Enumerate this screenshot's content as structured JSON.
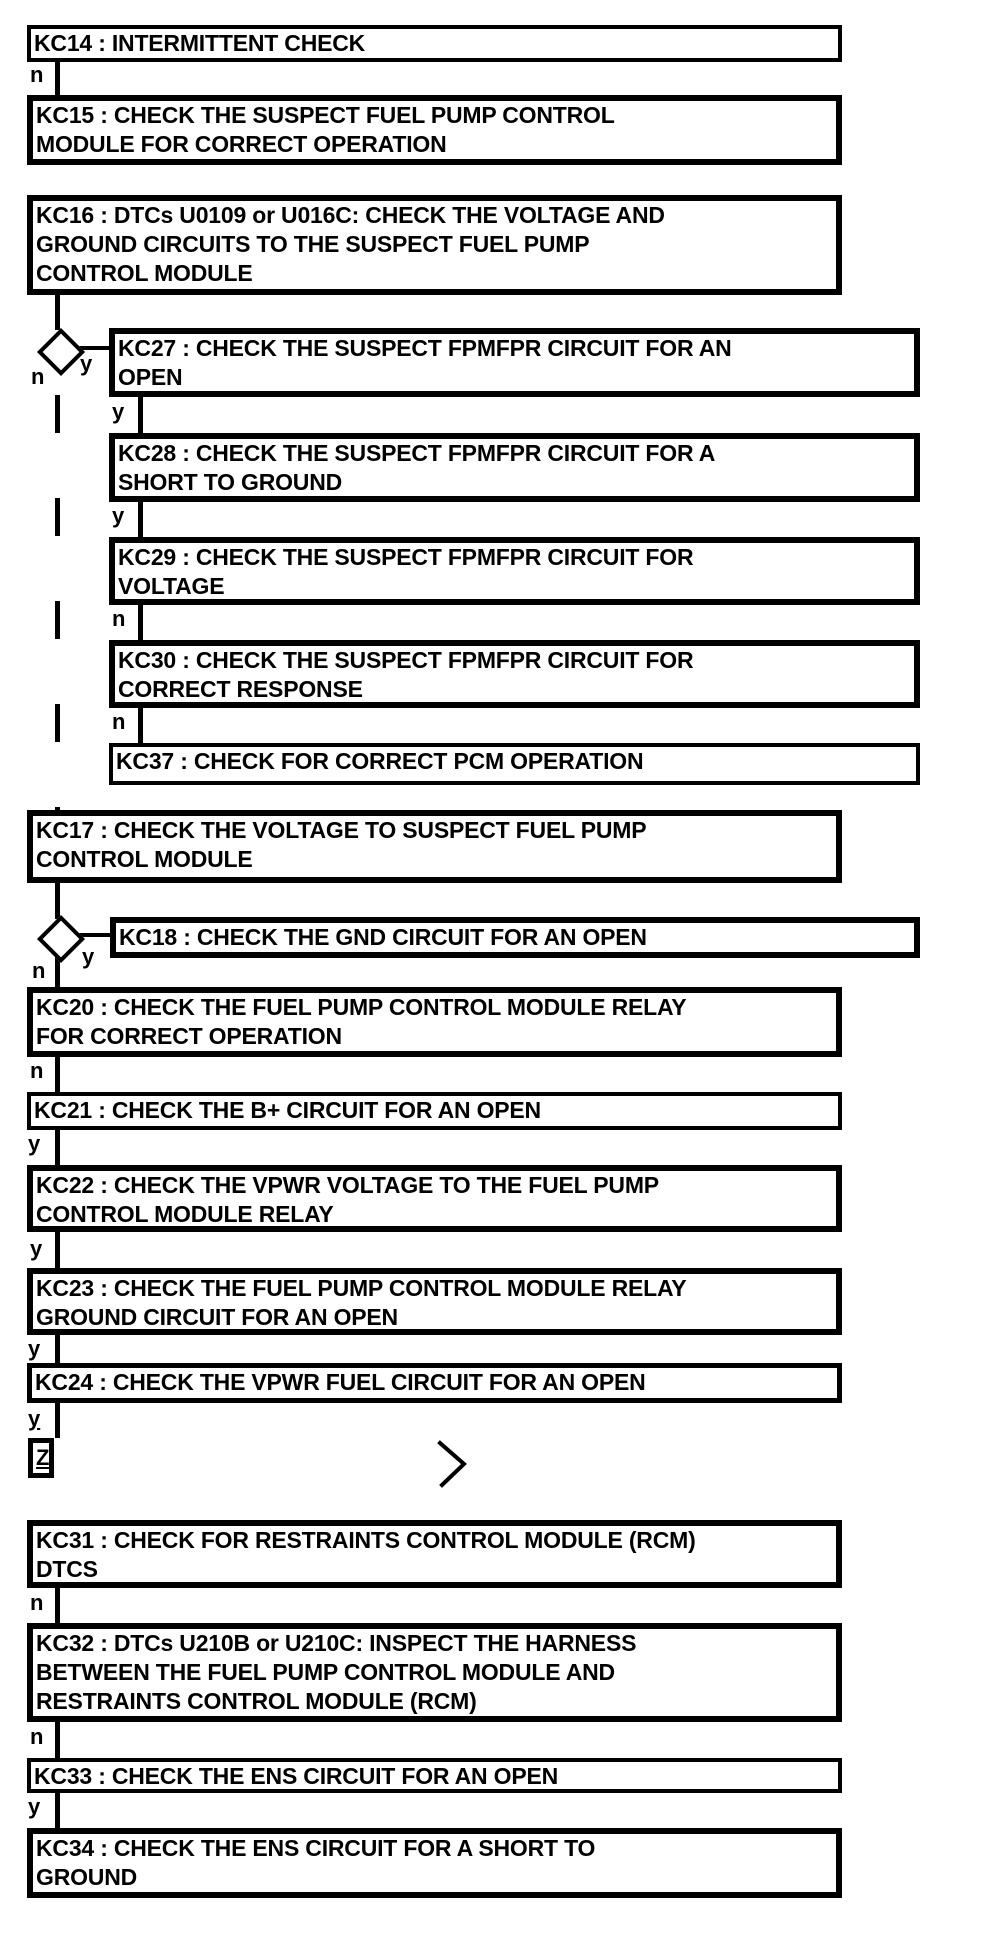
{
  "colors": {
    "ink": "#000000",
    "background": "#ffffff"
  },
  "boxes": {
    "kc14": {
      "label": "KC14 : INTERMITTENT CHECK"
    },
    "kc15": {
      "label": "KC15 : CHECK THE SUSPECT FUEL PUMP CONTROL\nMODULE FOR CORRECT OPERATION"
    },
    "kc16": {
      "label": "KC16 : DTCs U0109 or U016C: CHECK THE VOLTAGE AND\nGROUND CIRCUITS TO THE SUSPECT FUEL PUMP\nCONTROL MODULE"
    },
    "kc27": {
      "label": "KC27 : CHECK THE SUSPECT FPMFPR CIRCUIT FOR AN\nOPEN"
    },
    "kc28": {
      "label": "KC28 : CHECK THE SUSPECT FPMFPR CIRCUIT FOR A\nSHORT TO GROUND"
    },
    "kc29": {
      "label": "KC29 : CHECK THE SUSPECT FPMFPR CIRCUIT FOR\nVOLTAGE"
    },
    "kc30": {
      "label": "KC30 : CHECK THE SUSPECT FPMFPR CIRCUIT FOR\nCORRECT RESPONSE"
    },
    "kc37": {
      "label": "KC37 : CHECK FOR CORRECT PCM OPERATION"
    },
    "kc17": {
      "label": "KC17 : CHECK THE VOLTAGE TO SUSPECT FUEL PUMP\nCONTROL MODULE"
    },
    "kc18": {
      "label": "KC18 : CHECK THE GND CIRCUIT FOR AN OPEN"
    },
    "kc20": {
      "label": "KC20 : CHECK THE FUEL PUMP CONTROL MODULE RELAY\nFOR CORRECT OPERATION"
    },
    "kc21": {
      "label": "KC21 : CHECK THE B+ CIRCUIT FOR AN OPEN"
    },
    "kc22": {
      "label": "KC22 : CHECK THE VPWR VOLTAGE TO THE FUEL PUMP\nCONTROL MODULE RELAY"
    },
    "kc23": {
      "label": "KC23 : CHECK THE FUEL PUMP CONTROL MODULE RELAY\nGROUND CIRCUIT FOR AN OPEN"
    },
    "kc24": {
      "label": "KC24 : CHECK THE VPWR FUEL CIRCUIT FOR AN OPEN"
    },
    "kc31": {
      "label": "KC31 : CHECK FOR RESTRAINTS CONTROL MODULE (RCM)\nDTCS"
    },
    "kc32": {
      "label": "KC32 : DTCs U210B or U210C: INSPECT THE HARNESS\nBETWEEN THE FUEL PUMP CONTROL MODULE AND\nRESTRAINTS CONTROL MODULE (RCM)"
    },
    "kc33": {
      "label": "KC33 : CHECK THE ENS CIRCUIT FOR AN OPEN"
    },
    "kc34": {
      "label": "KC34 : CHECK THE ENS CIRCUIT FOR A SHORT TO\nGROUND"
    }
  },
  "connectors": {
    "kc14_out": "n",
    "d1_no": "n",
    "d1_yes": "y",
    "kc27_out": "y",
    "kc28_out": "y",
    "kc29_out": "n",
    "kc30_out": "n",
    "d2_no": "n",
    "d2_yes": "y",
    "kc20_out": "n",
    "kc21_out": "y",
    "kc22_out": "y",
    "kc23_out": "y",
    "kc24_out": "y",
    "kc31_out": "n",
    "kc32_out": "n",
    "kc33_out": "y"
  },
  "offpage": {
    "z_label": "Z"
  }
}
